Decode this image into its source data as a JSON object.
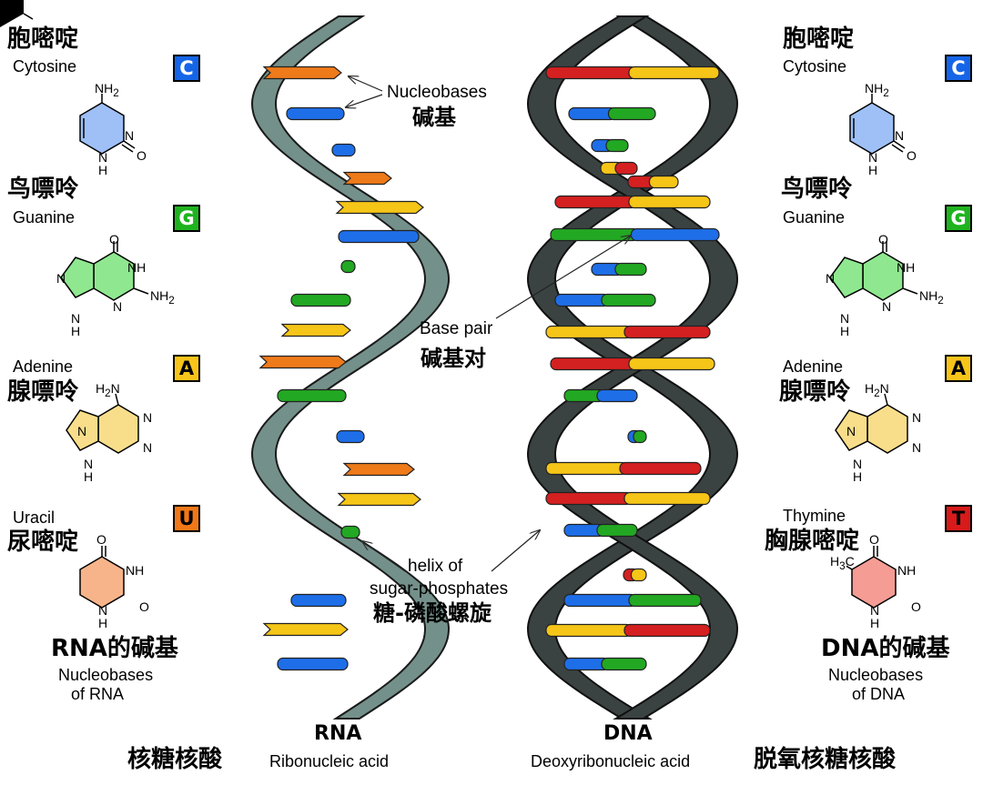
{
  "left": {
    "cytosine": {
      "zh": "胞嘧啶",
      "en": "Cytosine",
      "letter": "C",
      "color": "#1565e8"
    },
    "guanine": {
      "zh": "鸟嘌呤",
      "en": "Guanine",
      "letter": "G",
      "color": "#1fb31f"
    },
    "adenine": {
      "zh": "腺嘌呤",
      "en": "Adenine",
      "letter": "A",
      "color": "#f7c41a"
    },
    "uracil": {
      "zh": "尿嘧啶",
      "en": "Uracil",
      "letter": "U",
      "color": "#f07818"
    },
    "title_zh": "RNA的碱基",
    "title_en1": "Nucleobases",
    "title_en2": "of RNA"
  },
  "right": {
    "cytosine": {
      "zh": "胞嘧啶",
      "en": "Cytosine",
      "letter": "C",
      "color": "#1565e8"
    },
    "guanine": {
      "zh": "鸟嘌呤",
      "en": "Guanine",
      "letter": "G",
      "color": "#1fb31f"
    },
    "adenine": {
      "zh": "腺嘌呤",
      "en": "Adenine",
      "letter": "A",
      "color": "#f7c41a"
    },
    "thymine": {
      "zh": "胸腺嘧啶",
      "en": "Thymine",
      "letter": "T",
      "color": "#d81a1a"
    },
    "title_zh": "DNA的碱基",
    "title_en1": "Nucleobases",
    "title_en2": "of DNA"
  },
  "callouts": {
    "nucleobases_en": "Nucleobases",
    "nucleobases_zh": "碱基",
    "basepair_en": "Base pair",
    "basepair_zh": "碱基对",
    "helix_en1": "helix of",
    "helix_en2": "sugar-phosphates",
    "helix_zh": "糖-磷酸螺旋"
  },
  "bottom": {
    "rna_abbr": "RNA",
    "rna_en": "Ribonucleic acid",
    "rna_zh": "核糖核酸",
    "dna_abbr": "DNA",
    "dna_en": "Deoxyribonucleic acid",
    "dna_zh": "脱氧核糖核酸"
  },
  "chem": {
    "nh": "NH",
    "n": "N",
    "h": "H",
    "o": "O",
    "sub2": "2",
    "h3c": "H",
    "c3": "3",
    "c": "C"
  },
  "colors": {
    "rna_backbone": "#74908a",
    "dna_backbone": "#3a4342",
    "outline": "#1a1a1a",
    "cytosine_fill": "#9ec0f7",
    "guanine_fill": "#8fe88f",
    "adenine_fill": "#f8de8a",
    "uracil_fill": "#f7b48a",
    "thymine_fill": "#f59c94"
  }
}
